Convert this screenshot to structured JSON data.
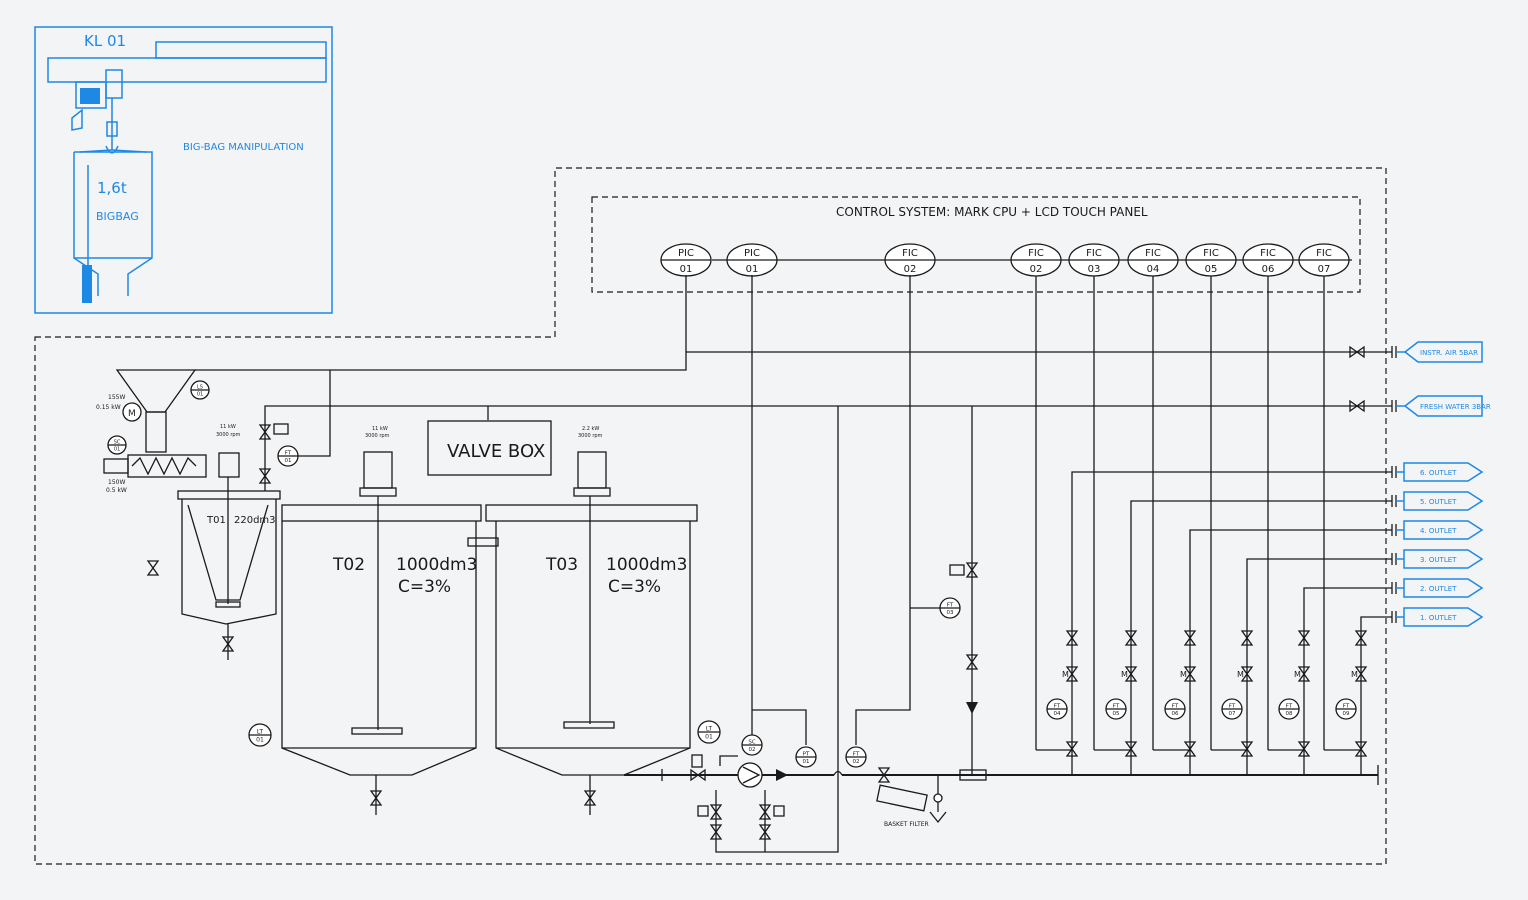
{
  "inset": {
    "crane_label": "KL 01",
    "caption": "BIG-BAG MANIPULATION",
    "bag_weight": "1,6t",
    "bag_label": "BIGBAG"
  },
  "control_system": {
    "title": "CONTROL SYSTEM: MARK CPU + LCD TOUCH PANEL",
    "controllers": [
      {
        "tag": "PIC",
        "num": "01"
      },
      {
        "tag": "PIC",
        "num": "01"
      },
      {
        "tag": "FIC",
        "num": "02"
      },
      {
        "tag": "FIC",
        "num": "02"
      },
      {
        "tag": "FIC",
        "num": "03"
      },
      {
        "tag": "FIC",
        "num": "04"
      },
      {
        "tag": "FIC",
        "num": "05"
      },
      {
        "tag": "FIC",
        "num": "06"
      },
      {
        "tag": "FIC",
        "num": "07"
      }
    ]
  },
  "supplies": {
    "air": "INSTR. AIR 5BAR",
    "water": "FRESH WATER 3BAR"
  },
  "outlets": [
    "6. OUTLET",
    "5. OUTLET",
    "4. OUTLET",
    "3. OUTLET",
    "2. OUTLET",
    "1. OUTLET"
  ],
  "valve_box": "VALVE BOX",
  "tanks": {
    "t01": {
      "name": "T01",
      "volume": "220dm3"
    },
    "t02": {
      "name": "T02",
      "volume": "1000dm3",
      "conc": "C=3%"
    },
    "t03": {
      "name": "T03",
      "volume": "1000dm3",
      "conc": "C=3%"
    }
  },
  "motors": {
    "feeder_power": "11 kW",
    "feeder_speed": "3000 rpm",
    "t02_power": "11 kW",
    "t02_speed": "3000 rpm",
    "t03_power": "2.2 kW",
    "t03_speed": "3000 rpm",
    "hopper_motor_a": "155W",
    "hopper_motor_b": "0.15 kW",
    "screw_motor_a": "150W",
    "screw_motor_b": "0.5 kW"
  },
  "instruments": {
    "ls": {
      "tag": "LS",
      "num": "01"
    },
    "sc01": {
      "tag": "SC",
      "num": "01"
    },
    "ft01": {
      "tag": "FT",
      "num": "01"
    },
    "lt01a": {
      "tag": "LT",
      "num": "01"
    },
    "lt01b": {
      "tag": "LT",
      "num": "01"
    },
    "sc02": {
      "tag": "SC",
      "num": "02"
    },
    "pt01": {
      "tag": "PT",
      "num": "01"
    },
    "ft02": {
      "tag": "FT",
      "num": "02"
    },
    "ft03": {
      "tag": "FT",
      "num": "03"
    },
    "line_ft": [
      {
        "tag": "FT",
        "num": "04"
      },
      {
        "tag": "FT",
        "num": "05"
      },
      {
        "tag": "FT",
        "num": "06"
      },
      {
        "tag": "FT",
        "num": "07"
      },
      {
        "tag": "FT",
        "num": "08"
      },
      {
        "tag": "FT",
        "num": "09"
      }
    ]
  },
  "basket_filter": "BASKET FILTER",
  "colors": {
    "line": "#1a1a1a",
    "accent": "#1e88e5",
    "paper": "#f3f4f6"
  }
}
